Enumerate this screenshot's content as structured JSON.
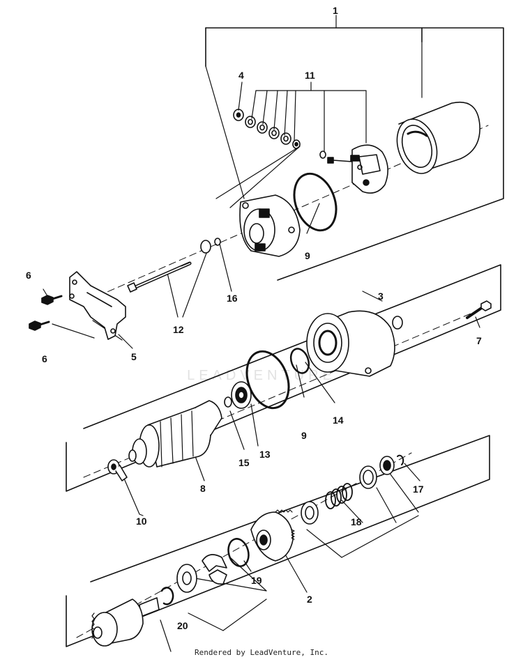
{
  "watermark": "LEADVENTURE",
  "footer": "Rendered by LeadVenture, Inc.",
  "callouts": {
    "c1": "1",
    "c2": "2",
    "c3": "3",
    "c4": "4",
    "c5": "5",
    "c6a": "6",
    "c6b": "6",
    "c7": "7",
    "c8": "8",
    "c9a": "9",
    "c9b": "9",
    "c10": "10",
    "c11": "11",
    "c12": "12",
    "c13": "13",
    "c14": "14",
    "c15": "15",
    "c16": "16",
    "c17": "17",
    "c18": "18",
    "c19": "19",
    "c20": "20"
  }
}
